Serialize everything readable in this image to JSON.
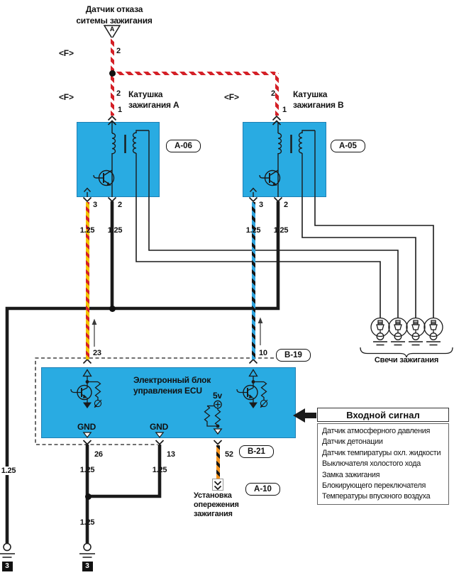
{
  "top": {
    "sensor_title": [
      "Датчик отказа",
      "ситемы зажигания"
    ],
    "sensor_code": "А",
    "f_marker": "<F>",
    "wire_num_feed": "2"
  },
  "coil_a": {
    "title": [
      "Катушка",
      "зажигания А"
    ],
    "connector_id": "A-06",
    "wire_num_in": "2",
    "pin_in": "1",
    "pin_ign": "3",
    "pin_gnd": "2",
    "gauge_ign": "1.25",
    "gauge_gnd": "1.25"
  },
  "coil_b": {
    "title": [
      "Катушка",
      "зажигания В"
    ],
    "connector_id": "A-05",
    "wire_num_in": "2",
    "pin_in": "1",
    "pin_ign": "3",
    "pin_gnd": "2",
    "gauge_ign": "1.25",
    "gauge_gnd": "1.25"
  },
  "spark_plugs": {
    "label": "Свечи зажигания"
  },
  "ecu": {
    "title": [
      "Электронный блок",
      "управления ECU"
    ],
    "pin_coil_a": "23",
    "pin_coil_b": "10",
    "connector_top_id": "B-19",
    "gnd1": "GND",
    "gnd2": "GND",
    "v5": "5v",
    "pin_gnd1": "26",
    "pin_gnd2": "13",
    "pin_timing": "52",
    "connector_bottom_id": "B-21"
  },
  "timing": {
    "label": [
      "Установка",
      "опережения",
      "зажигания"
    ],
    "connector_id": "A-10"
  },
  "grounds": {
    "code": "3",
    "gauge_left": "1.25",
    "gauge_26": "1.25",
    "gauge_13": "1.25",
    "gauge_merged": "1.25"
  },
  "input_signal": {
    "title": "Входной сигнал",
    "items": [
      "Датчик атмосферного давления",
      "Датчик детонации",
      "Датчик темпиратуры охл. жидкости",
      "Выключателя холостого хода",
      "Замка зажигания",
      "Блокирующего переключателя",
      "Температуры впускного воздуха"
    ]
  }
}
